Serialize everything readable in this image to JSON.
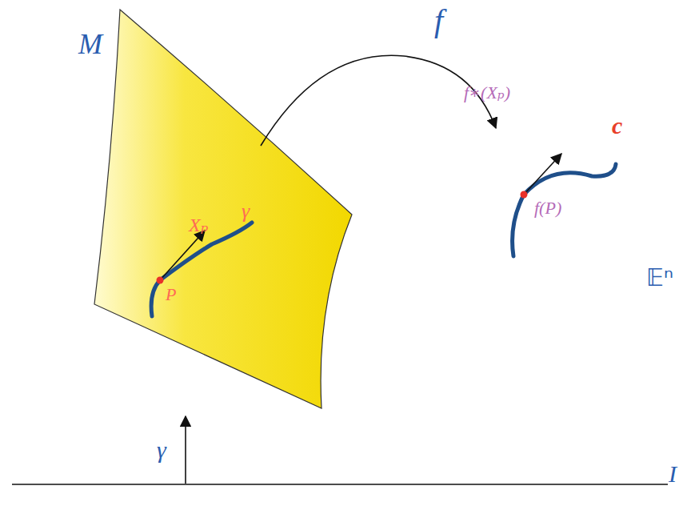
{
  "diagram": {
    "labels": [
      "f",
      "M",
      "Xₚ",
      "γ",
      "P",
      "f∗(Xₚ)",
      "c",
      "f(P)",
      "𝔼ⁿ",
      "γ",
      "I"
    ]
  }
}
